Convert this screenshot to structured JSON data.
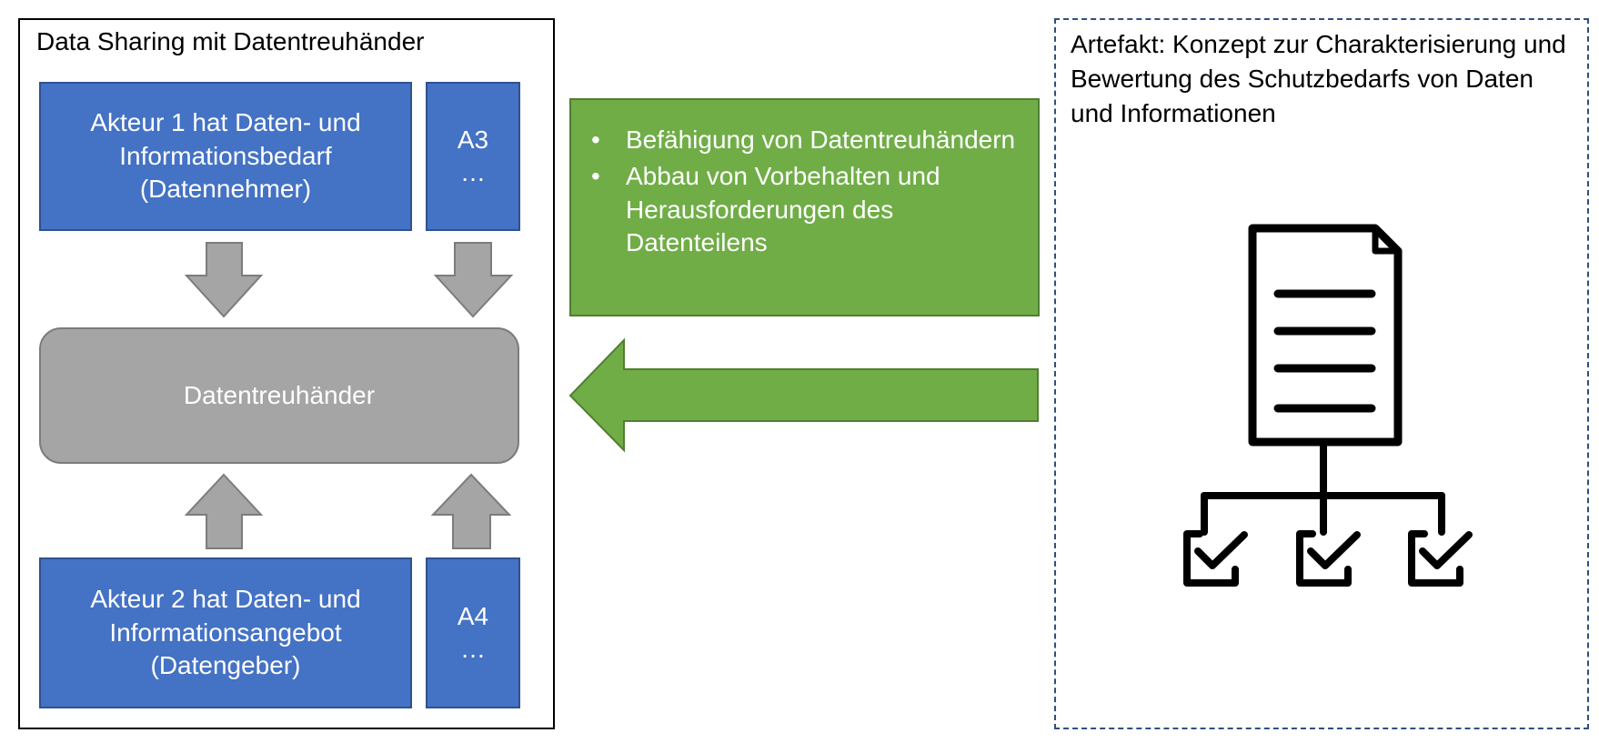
{
  "left_panel": {
    "title": "Data Sharing mit Datentreuhänder",
    "akteur1": "Akteur 1 hat Daten- und\nInformationsbedarf\n(Datennehmer)",
    "a3": "A3\n…",
    "trustee": "Datentreuhänder",
    "akteur2": "Akteur 2 hat Daten- und\nInformationsangebot\n(Datengeber)",
    "a4": "A4\n…"
  },
  "benefits": {
    "bullet": "•",
    "items": [
      "Befähigung von Datentreuhändern",
      "Abbau von Vorbehalten und Herausforderungen des Datenteilens"
    ]
  },
  "right_panel": {
    "title": "Artefakt: Konzept zur Charakterisierung und Bewertung des Schutzbedarfs von Daten und Informationen"
  },
  "colors": {
    "blue": "#4472c4",
    "gray": "#a5a5a5",
    "green": "#70ad47",
    "arrow_gray": "#a5a5a5"
  },
  "icons": [
    "document-hierarchy-icon",
    "checkbox-icon"
  ]
}
